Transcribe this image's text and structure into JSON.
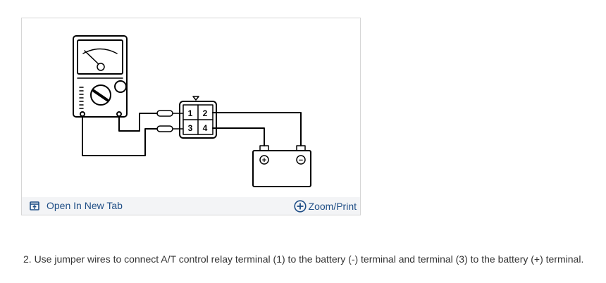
{
  "figure": {
    "terminals": [
      "1",
      "2",
      "3",
      "4"
    ],
    "battery_positive_symbol": "+",
    "battery_negative_symbol": "−",
    "footer": {
      "open_label": "Open In New Tab",
      "open_icon": "open-new-tab-icon",
      "zoom_label": "Zoom/Print",
      "zoom_icon": "plus-circle-icon"
    }
  },
  "instruction": "2. Use jumper wires to connect A/T control relay terminal (1) to the battery (-) terminal and terminal (3) to the battery (+) terminal.",
  "colors": {
    "link": "#1f4e86",
    "footer_background": "#f3f4f6",
    "border": "#d6d6d6",
    "text": "#333333"
  }
}
